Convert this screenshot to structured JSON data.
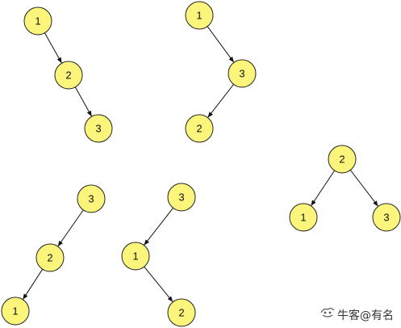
{
  "colors": {
    "node_fill": "#fbf57c",
    "node_stroke": "#222222",
    "edge": "#111111"
  },
  "trees": [
    {
      "id": "tree-1",
      "nodes": [
        "1",
        "2",
        "3"
      ],
      "edges": [
        [
          "1",
          "2"
        ],
        [
          "2",
          "3"
        ]
      ]
    },
    {
      "id": "tree-2",
      "nodes": [
        "1",
        "3",
        "2"
      ],
      "edges": [
        [
          "1",
          "3"
        ],
        [
          "3",
          "2"
        ]
      ]
    },
    {
      "id": "tree-3",
      "nodes": [
        "2",
        "1",
        "3"
      ],
      "edges": [
        [
          "2",
          "1"
        ],
        [
          "2",
          "3"
        ]
      ]
    },
    {
      "id": "tree-4",
      "nodes": [
        "3",
        "2",
        "1"
      ],
      "edges": [
        [
          "3",
          "2"
        ],
        [
          "2",
          "1"
        ]
      ]
    },
    {
      "id": "tree-5",
      "nodes": [
        "3",
        "1",
        "2"
      ],
      "edges": [
        [
          "3",
          "1"
        ],
        [
          "1",
          "2"
        ]
      ]
    }
  ],
  "watermark": {
    "icon": "niuke-logo-icon",
    "text": "牛客@有名"
  }
}
